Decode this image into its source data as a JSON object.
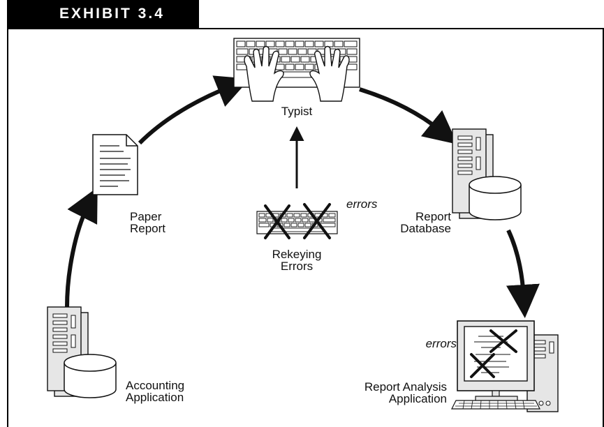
{
  "exhibit": {
    "title": "EXHIBIT 3.4"
  },
  "labels": {
    "typist": "Typist",
    "paper_report": [
      "Paper",
      "Report"
    ],
    "report_database": [
      "Report",
      "Database"
    ],
    "rekeying_errors": [
      "Rekeying",
      "Errors"
    ],
    "errors_rekeying": "errors",
    "errors_analysis": "errors",
    "accounting_application": [
      "Accounting",
      "Application"
    ],
    "report_analysis_application": [
      "Report Analysis",
      "Application"
    ]
  },
  "icons": {
    "typist": "keyboard-hands-icon",
    "paper_report": "document-icon",
    "report_database": "server-database-icon",
    "rekeying_errors": "keyboard-crossed-icon",
    "accounting_application": "server-database-icon",
    "report_analysis_application": "computer-workstation-icon"
  },
  "colors": {
    "ink": "#111111",
    "panel": "#e6e6e6",
    "paper": "#ffffff"
  }
}
